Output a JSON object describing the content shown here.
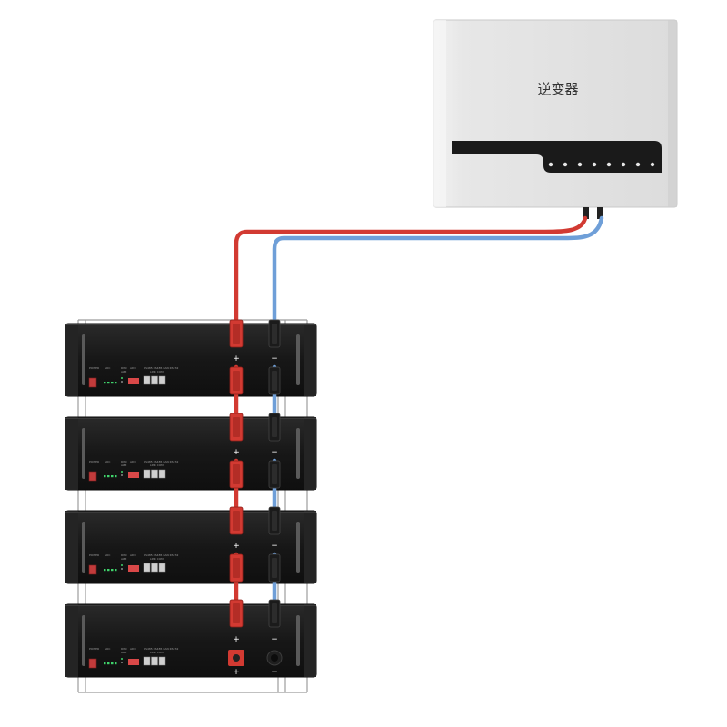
{
  "inverter": {
    "label": "逆变器"
  },
  "polarity": {
    "positive": "+",
    "negative": "−"
  },
  "battery_panel": {
    "power_label": "POWER",
    "soc_label": "SOC",
    "run_label": "RUN",
    "alm_label": "ALM",
    "addr_label": "ADD",
    "ports_label": "RS485 RS485 CAN RS232",
    "ports_sub_label": "LINK  COM"
  },
  "colors": {
    "positive_cable": "#d23a32",
    "negative_cable": "#6f9fd8",
    "battery_body": "#1c1c1c",
    "inverter_body": "#e6e6e6",
    "inverter_strip": "#1a1a1a",
    "led": "#3fd36b",
    "dip_switch": "#d94848"
  },
  "modules": [
    {
      "id": "battery-1"
    },
    {
      "id": "battery-2"
    },
    {
      "id": "battery-3"
    },
    {
      "id": "battery-4"
    }
  ]
}
